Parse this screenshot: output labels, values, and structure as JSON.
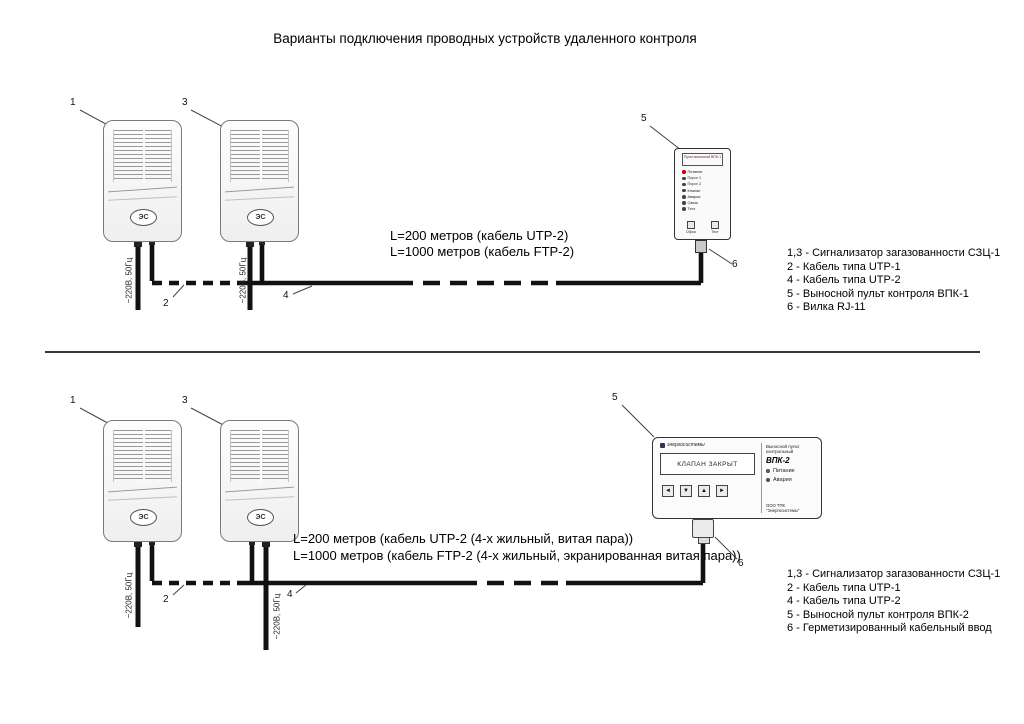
{
  "title": "Варианты подключения проводных устройств удаленного контроля",
  "device": {
    "logo": "ЭС"
  },
  "power_label": "~220В, 50Гц",
  "top_section": {
    "callout_device1": "1",
    "callout_device2": "3",
    "callout_panel": "5",
    "callout_cable2": "2",
    "callout_cable4": "4",
    "callout_plug6": "6",
    "cable_length_label_1": "L=200 метров (кабель UTP-2)",
    "cable_length_label_2": "L=1000 метров (кабель FTP-2)",
    "legend": [
      "1,3 - Сигнализатор загазованности СЗЦ-1",
      "2 - Кабель типа UTP-1",
      "4 - Кабель типа UTP-2",
      "5 - Выносной пульт контроля ВПК-1",
      "6 - Вилка RJ-11"
    ],
    "panel": {
      "header": "Пульт выносной ВПК-1",
      "leds": [
        "Питание",
        "Порог 1",
        "Порог 2",
        "Клапан",
        "Авария",
        "Связь",
        "Тест"
      ],
      "buttons": [
        "Сброс",
        "Тест"
      ]
    }
  },
  "bottom_section": {
    "callout_device1": "1",
    "callout_device2": "3",
    "callout_panel": "5",
    "callout_cable2": "2",
    "callout_cable4": "4",
    "callout_gland6": "6",
    "cable_length_label_1": "L=200 метров (кабель UTP-2 (4-х жильный, витая пара))",
    "cable_length_label_2": "L=1000 метров (кабель FTP-2 (4-х жильный, экранированная витая пара))",
    "legend": [
      "1,3 - Сигнализатор загазованности СЗЦ-1",
      "2 - Кабель типа UTP-1",
      "4 - Кабель типа UTP-2",
      "5 - Выносной пульт контроля ВПК-2",
      "6 - Герметизированный кабельный ввод"
    ],
    "panel": {
      "brand": "энергосистемы",
      "display_text": "КЛАПАН ЗАКРЫТ",
      "buttons": [
        "◄",
        "▼",
        "▲",
        "►"
      ],
      "type_label": "Выносной пульт контрольный",
      "model": "ВПК-2",
      "led_power": "Питание",
      "led_alarm": "Авария",
      "company": "ООО ТПК \"Энергосистемы\""
    }
  }
}
